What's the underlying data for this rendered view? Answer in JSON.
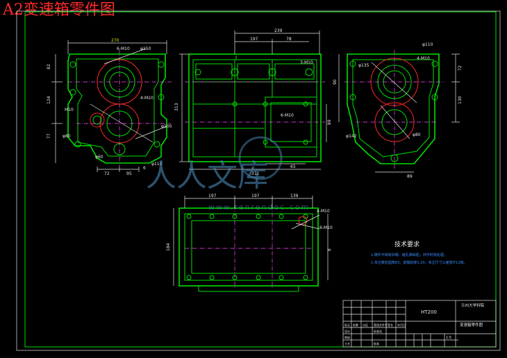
{
  "drawing": {
    "title": "A2变速箱零件图",
    "material": "HT200",
    "school": "兰州大学科院",
    "part_name": "变速箱零件图",
    "scale": "1:5",
    "title_block_small": [
      "标记",
      "处数",
      "分区",
      "更改文件号",
      "签名",
      "年月日",
      "设计",
      "标准化",
      "审核",
      "工艺",
      "批准"
    ],
    "sheet": "1:5"
  },
  "tech_req": {
    "heading": "技术要求",
    "lines": [
      "1.铸件不得有砂眼、缩孔等缺陷，并作时效处理。",
      "2.未注铸造圆角R3，拔模斜度1:20，未注尺寸公差按IT12级。"
    ]
  },
  "watermark": {
    "text": "人人文库",
    "url": "www.renrendoc.com"
  },
  "dims": {
    "front": [
      "270",
      "6-M10",
      "φ150",
      "82",
      "124",
      "77",
      "M10",
      "φ60",
      "φ100",
      "φ80",
      "4-M10",
      "72",
      "95",
      "φ110",
      "6"
    ],
    "side": [
      "239",
      "197",
      "78",
      "313",
      "3-M10",
      "6-M10",
      "89",
      "371",
      "65"
    ],
    "right": [
      "φ110",
      "φ135",
      "4-M10",
      "72",
      "90",
      "130",
      "φ142",
      "φ80",
      "89"
    ],
    "top": [
      "197",
      "197",
      "139",
      "184",
      "4-M10",
      "6-M10",
      "8"
    ]
  },
  "colors": {
    "outline": "#00e000",
    "dimension": "#e8e8e8",
    "dim_yellow": "#e8e800",
    "bearing": "#ff2a2a",
    "centerline": "#ff4dff",
    "title": "#ff2a2a"
  }
}
